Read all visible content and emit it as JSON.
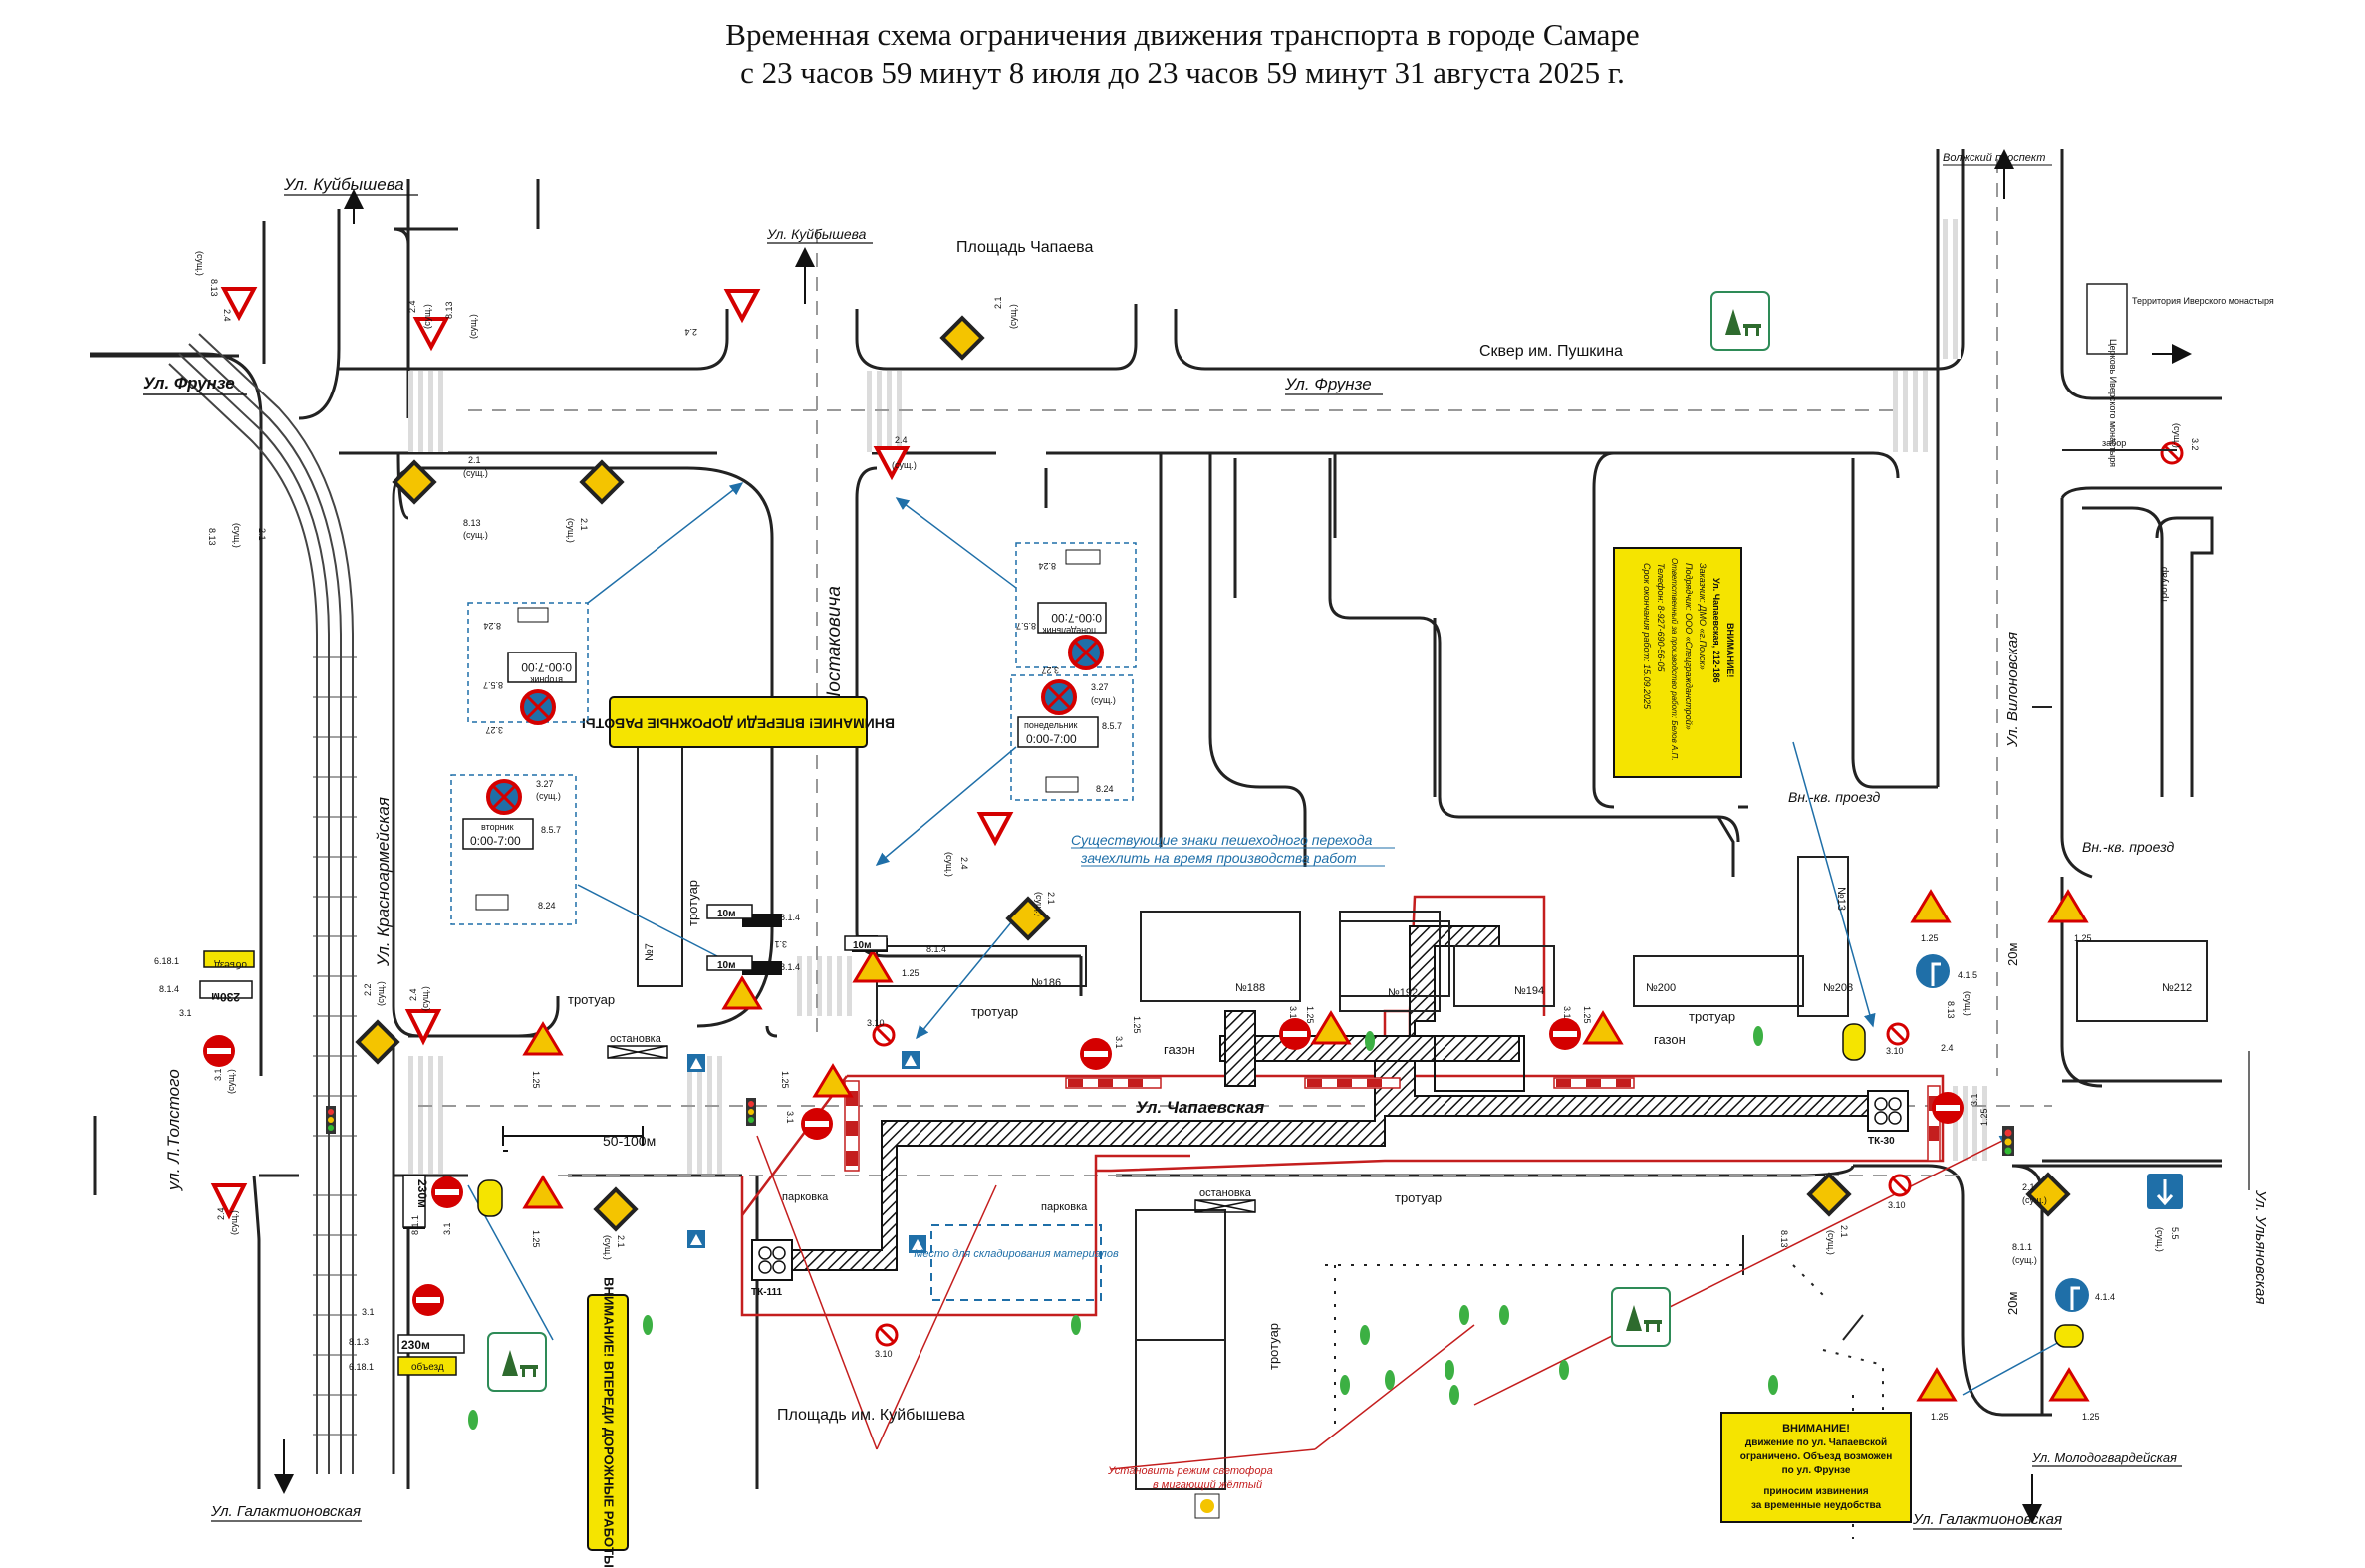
{
  "title": {
    "line1": "Временная схема ограничения движения транспорта в городе Самаре",
    "line2": "с 23 часов 59 минут 8 июля до 23 часов 59 минут 31 августа 2025 г."
  },
  "streets": {
    "kuibysheva_left": "Ул. Куйбышева",
    "kuibysheva_mid": "Ул. Куйбышева",
    "volzhsky": "Волжский проспект",
    "frunze_left": "Ул. Фрунзе",
    "frunze_mid": "Ул. Фрунзе",
    "krasnoarmeyskaya": "Ул. Красноармейская",
    "shostakovicha": "Ул. Шостаковича",
    "vilonovskaya": "Ул. Вилоновская",
    "chapaevskaya": "Ул. Чапаевская",
    "l_tolstogo": "ул. Л.Толстого",
    "galaktionovskaya_left": "Ул. Галактионовская",
    "galaktionovskaya_right": "Ул. Галактионовская",
    "ulyanovskaya": "Ул. Ульяновская",
    "molodogvardeyskaya": "Ул. Молодогвардейская",
    "vn_kv_1": "Вн.-кв. проезд",
    "vn_kv_2": "Вн.-кв. проезд"
  },
  "places": {
    "chapaeva_square": "Площадь Чапаева",
    "pushkin_square": "Сквер им. Пушкина",
    "kuibysheva_square": "Площадь им. Куйбышева",
    "territory": "Территория Иверского монастыря",
    "church": "Церковь Иверского монастыря",
    "fence": "забор",
    "parking_1": "парковка",
    "parking_2": "парковка",
    "lawn_1": "газон",
    "lawn_2": "газон",
    "bus_stop_1": "остановка",
    "bus_stop_2": "остановка",
    "sidewalk_1": "тротуар",
    "sidewalk_2": "тротуар",
    "sidewalk_3": "тротуар",
    "sidewalk_4": "тротуар",
    "sidewalk_5": "тротуар",
    "sidewalk_6": "тротуар",
    "sidewalk_7": "тротуар",
    "storage": "Место для складирования материалов"
  },
  "buildings": [
    "№7",
    "№186",
    "№188",
    "№192",
    "№194",
    "№200",
    "№208",
    "№13",
    "№212"
  ],
  "transformers": [
    "ТК-111",
    "ТК-30"
  ],
  "notes": {
    "existing_crossing_line1": "Существующие знаки пешеходного перехода",
    "existing_crossing_line2": "зачехлить на время производства работ",
    "traffic_light_note_line1": "Установить режим светофора",
    "traffic_light_note_line2": "в мигающий жёлтый",
    "distance": "50-100м",
    "distance_20_1": "20м",
    "distance_20_2": "20м"
  },
  "warning_banners": {
    "top": "ВНИМАНИЕ! ВПЕРЕДИ ДОРОЖНЫЕ РАБОТЫ",
    "bottom": "ВНИМАНИЕ! ВПЕРЕДИ ДОРОЖНЫЕ РАБОТЫ"
  },
  "info_board": {
    "lines": [
      "ВНИМАНИЕ!",
      "Ул. Чапаевская, 212-186",
      "Заказчик: ДМО «г.Поиск»",
      "Подрядчик: ООО «Спецгражданстрой»",
      "Ответственный за производство работ: Белов А.П.",
      "Телефон: 8-927-690-56-05",
      "Срок окончания работ: 15.09.2025"
    ]
  },
  "detour_notice": {
    "line1": "ВНИМАНИЕ!",
    "line2": "движение по ул. Чапаевской",
    "line3": "ограничено. Объезд возможен",
    "line4": "по ул. Фрунзе",
    "line5": "приносим извинения",
    "line6": "за временные неудобства"
  },
  "parking_signs": {
    "sign1": {
      "code1": "3.27",
      "code2": "8.5.7",
      "code3": "8.24",
      "day": "вторник",
      "time": "0:00-7:00",
      "note": "(сущ.)"
    },
    "sign2": {
      "code1": "3.27",
      "code2": "8.5.7",
      "code3": "8.24",
      "day": "вторник",
      "time": "0:00-7:00",
      "note": "(сущ.)"
    },
    "sign3": {
      "code1": "3.27",
      "code2": "8.5.7",
      "code3": "8.24",
      "day": "понедельник",
      "time": "0:00-7:00",
      "note": "(сущ.)"
    },
    "sign4": {
      "code1": "3.27",
      "code2": "8.5.7",
      "code3": "8.24",
      "day": "понедельник",
      "time": "0:00-7:00",
      "note": "(сущ.)"
    }
  },
  "plates": {
    "p230_1": "230м",
    "p230_2": "230м",
    "p230_3": "230м",
    "p10_1": "10м",
    "p10_2": "10м",
    "p10_3": "10м",
    "detour_1": "объезд",
    "detour_2": "объезд"
  },
  "sign_codes": {
    "s2_4": "2.4",
    "s2_1": "2.1",
    "s2_2": "2.2",
    "s3_1": "3.1",
    "s3_2": "3.2",
    "s3_10": "3.10",
    "s1_25": "1.25",
    "s4_1_5": "4.1.5",
    "s4_1_4": "4.1.4",
    "s5_5": "5.5",
    "s6_18_1": "6.18.1",
    "s8_1_1": "8.1.1",
    "s8_1_3": "8.1.3",
    "s8_1_4": "8.1.4",
    "s8_13": "8.13",
    "exists": "(сущ.)"
  },
  "colors": {
    "road_line": "#222222",
    "work_zone": "#c41e1e",
    "accent_blue": "#1f6fa8",
    "banner_yellow": "#f5e400",
    "sign_red": "#d40000",
    "sign_yellow": "#f4c400"
  }
}
